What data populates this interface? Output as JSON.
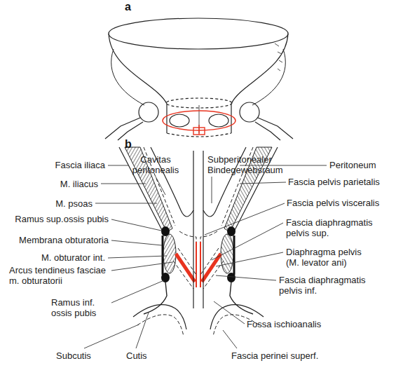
{
  "diagram": {
    "labels": [
      "a",
      "b",
      "Fascia iliaca",
      "Cavitas peritonealis",
      "Subperitonealer Bindegewebsraum",
      "Peritoneum",
      "M. iliacus",
      "Fascia pelvis parietalis",
      "M. psoas",
      "Fascia pelvis visceralis",
      "Ramus sup.ossis pubis",
      "Membrana obturatoria",
      "Fascia diaphragmatis pelvis sup.",
      "M. obturator int.",
      "Diaphragma pelvis (M. levator ani)",
      "Arcus tendineus fasciae m. obturatorii",
      "Fascia diaphragmatis pelvis inf.",
      "Ramus inf. ossis pubis",
      "Fossa ischioanalis",
      "Subcutis",
      "Cutis",
      "Fascia perinei superf."
    ]
  }
}
